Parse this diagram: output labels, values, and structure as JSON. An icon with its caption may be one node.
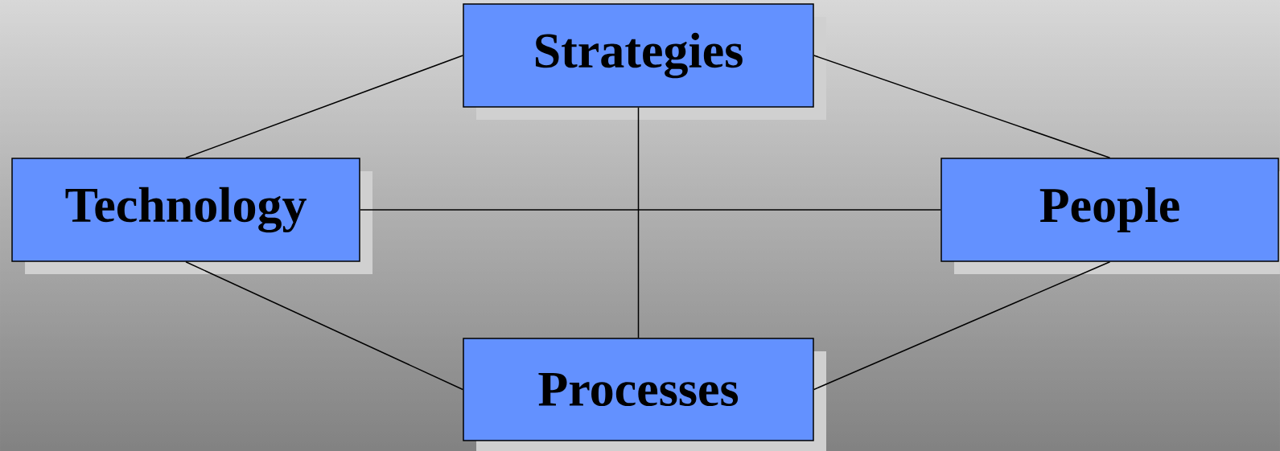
{
  "diagram": {
    "nodes": [
      {
        "text": [
          "Strategies"
        ]
      },
      {
        "text": [
          "Technology"
        ]
      },
      {
        "text": [
          "People"
        ]
      },
      {
        "text": [
          "Processes"
        ]
      }
    ],
    "edges": [
      {
        "from": 0,
        "to": 1,
        "arrow": "none"
      },
      {
        "from": 0,
        "to": 2,
        "arrow": "none"
      },
      {
        "from": 1,
        "to": 2,
        "arrow": "none"
      },
      {
        "from": 0,
        "to": 3,
        "arrow": "none"
      },
      {
        "from": 1,
        "to": 3,
        "arrow": "none"
      },
      {
        "from": 2,
        "to": 3,
        "arrow": "none"
      }
    ]
  }
}
